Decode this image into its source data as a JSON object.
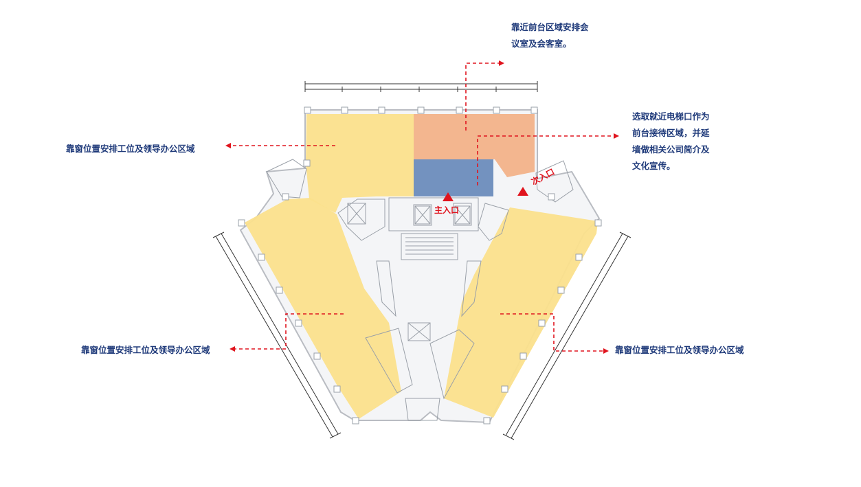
{
  "annotations": {
    "meeting_rooms": [
      "靠近前台区域安排会",
      "议室及会客室。"
    ],
    "reception": [
      "选取就近电梯口作为",
      "前台接待区域，并延",
      "墙做相关公司简介及",
      "文化宣传。"
    ],
    "window_left_top": "靠窗位置安排工位及领导办公区域",
    "window_left_bottom": "靠窗位置安排工位及领导办公区域",
    "window_right_bottom": "靠窗位置安排工位及领导办公区域"
  },
  "entrances": {
    "main": "主入口",
    "secondary": "次入口"
  },
  "colors": {
    "office_zone": "#fbe08c",
    "meeting_zone": "#f3b68f",
    "reception_zone": "#7392bf",
    "arrow": "#e0141e",
    "text": "#1f3a7a",
    "walls": "#b9bcc2"
  }
}
